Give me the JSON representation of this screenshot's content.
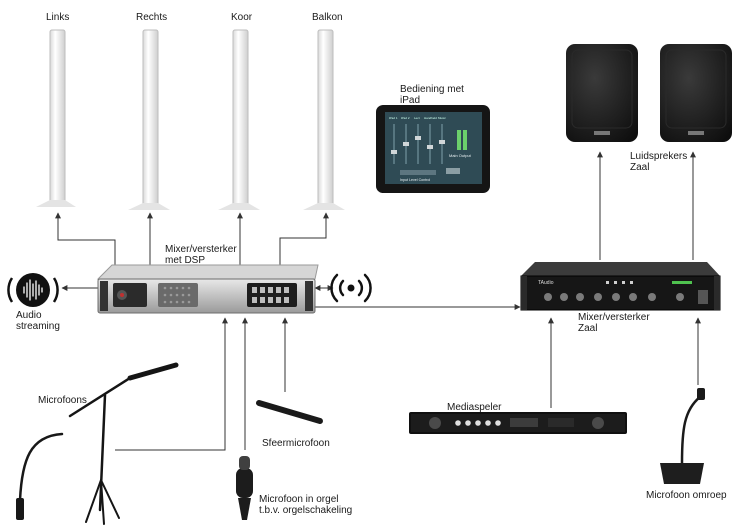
{
  "speakers": {
    "links": "Links",
    "rechts": "Rechts",
    "koor": "Koor",
    "balkon": "Balkon"
  },
  "ipad": {
    "label_line1": "Bediening met",
    "label_line2": "iPad",
    "screen_caption": "Input Level Control",
    "main_output": "Main Output",
    "channels": [
      "iPad 1",
      "iPad 2",
      "Lect",
      "Handheld",
      "Music"
    ]
  },
  "zaal_speakers": {
    "label_line1": "Luidsprekers",
    "label_line2": "Zaal"
  },
  "mixer_dsp": {
    "label_line1": "Mixer/versterker",
    "label_line2": "met DSP"
  },
  "mixer_zaal": {
    "label_line1": "Mixer/versterker",
    "label_line2": "Zaal",
    "brand": "TAudio"
  },
  "audio_streaming": {
    "label_line1": "Audio",
    "label_line2": "streaming"
  },
  "microfoons": "Microfoons",
  "mediaspeler": "Mediaspeler",
  "sfeermicrofoon": "Sfeermicrofoon",
  "microfoon_orgel": {
    "label_line1": "Microfoon in orgel",
    "label_line2": "t.b.v. orgelschakeling"
  },
  "microfoon_omroep": "Microfoon omroep",
  "colors": {
    "line": "#333333",
    "device": "#1b1b1b",
    "speaker_white": "#f2f2f2"
  }
}
